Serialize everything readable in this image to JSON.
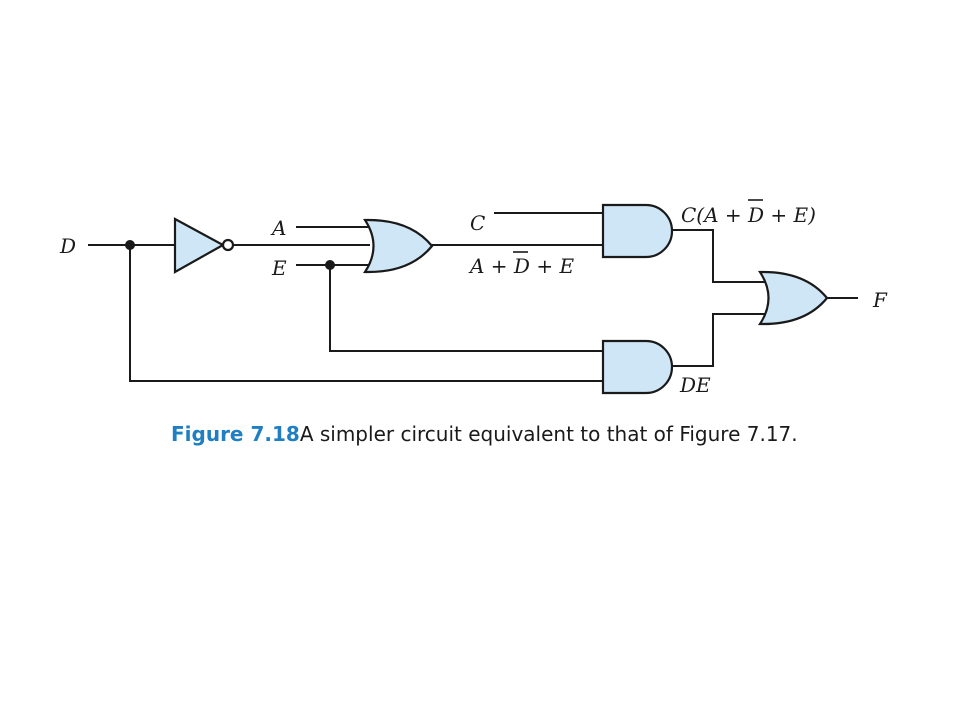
{
  "colors": {
    "gate_fill": "#cfe6f7",
    "line": "#1a1a1a",
    "caption_accent": "#1f7fc2"
  },
  "inputs": {
    "d": "D",
    "a": "A",
    "e": "E",
    "c": "C"
  },
  "output": {
    "f": "F"
  },
  "signals": {
    "or_out_1": "A + ",
    "or_out_dbar": "D",
    "or_out_2": " + E",
    "and_top_1": "C(A + ",
    "and_top_dbar": "D",
    "and_top_2": " + E)",
    "and_bottom": "DE"
  },
  "caption": {
    "number": "Figure 7.18",
    "text": "A simpler circuit equivalent to that of Figure 7.17."
  }
}
